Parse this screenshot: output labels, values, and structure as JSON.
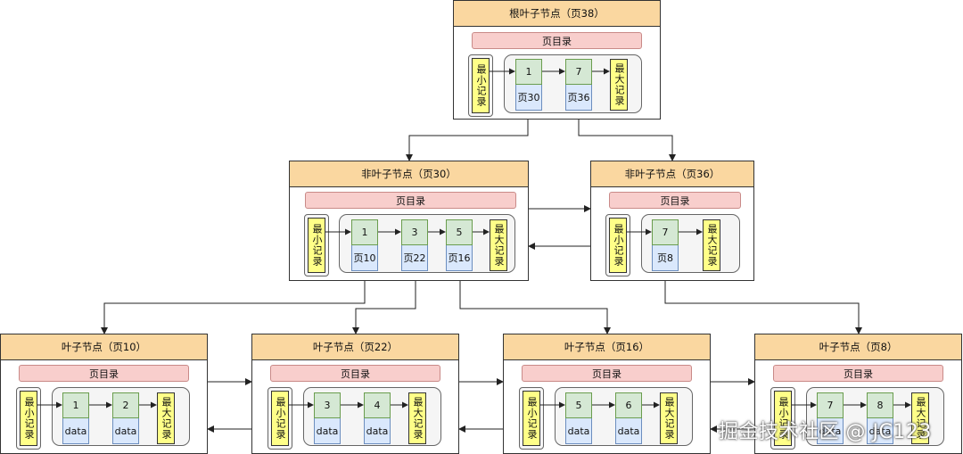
{
  "labels": {
    "page_directory": "页目录",
    "min_record": "最小记录",
    "max_record": "最大记录"
  },
  "nodes": [
    {
      "id": "p38",
      "title": "根叶子节点（页38）",
      "records": [
        {
          "key": "1",
          "value": "页30"
        },
        {
          "key": "7",
          "value": "页36"
        }
      ]
    },
    {
      "id": "p30",
      "title": "非叶子节点（页30）",
      "records": [
        {
          "key": "1",
          "value": "页10"
        },
        {
          "key": "3",
          "value": "页22"
        },
        {
          "key": "5",
          "value": "页16"
        }
      ]
    },
    {
      "id": "p36",
      "title": "非叶子节点（页36）",
      "records": [
        {
          "key": "7",
          "value": "页8"
        }
      ]
    },
    {
      "id": "p10",
      "title": "叶子节点（页10）",
      "records": [
        {
          "key": "1",
          "value": "data"
        },
        {
          "key": "2",
          "value": "data"
        }
      ]
    },
    {
      "id": "p22",
      "title": "叶子节点（页22）",
      "records": [
        {
          "key": "3",
          "value": "data"
        },
        {
          "key": "4",
          "value": "data"
        }
      ]
    },
    {
      "id": "p16",
      "title": "叶子节点（页16）",
      "records": [
        {
          "key": "5",
          "value": "data"
        },
        {
          "key": "6",
          "value": "data"
        }
      ]
    },
    {
      "id": "p8",
      "title": "叶子节点（页8）",
      "records": [
        {
          "key": "7",
          "value": "data"
        },
        {
          "key": "8",
          "value": "data"
        }
      ]
    }
  ],
  "colors": {
    "header": "#fad7a0",
    "page_directory": "#f8cecc",
    "min_max_record": "#ffff88",
    "key_cell": "#d5e8d4",
    "value_cell": "#dae8fc"
  },
  "watermark": "掘金技术社区 @ JC123"
}
